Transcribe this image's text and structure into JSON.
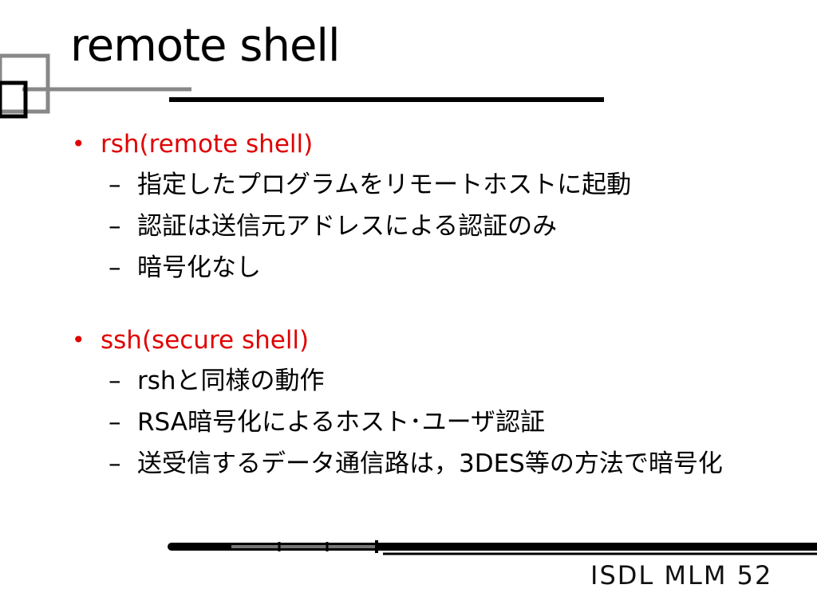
{
  "slide": {
    "title": "remote shell",
    "accent_color": "#e00000",
    "sections": [
      {
        "bullet": "•",
        "heading": "rsh(remote shell)",
        "items": [
          "指定したプログラムをリモートホストに起動",
          "認証は送信元アドレスによる認証のみ",
          "暗号化なし"
        ]
      },
      {
        "bullet": "•",
        "heading": "ssh(secure shell)",
        "items": [
          "rshと同様の動作",
          "RSA暗号化によるホスト･ユーザ認証",
          "送受信するデータ通信路は，3DES等の方法で暗号化"
        ]
      }
    ],
    "dash": "–",
    "footer": "ISDL MLM 52"
  }
}
